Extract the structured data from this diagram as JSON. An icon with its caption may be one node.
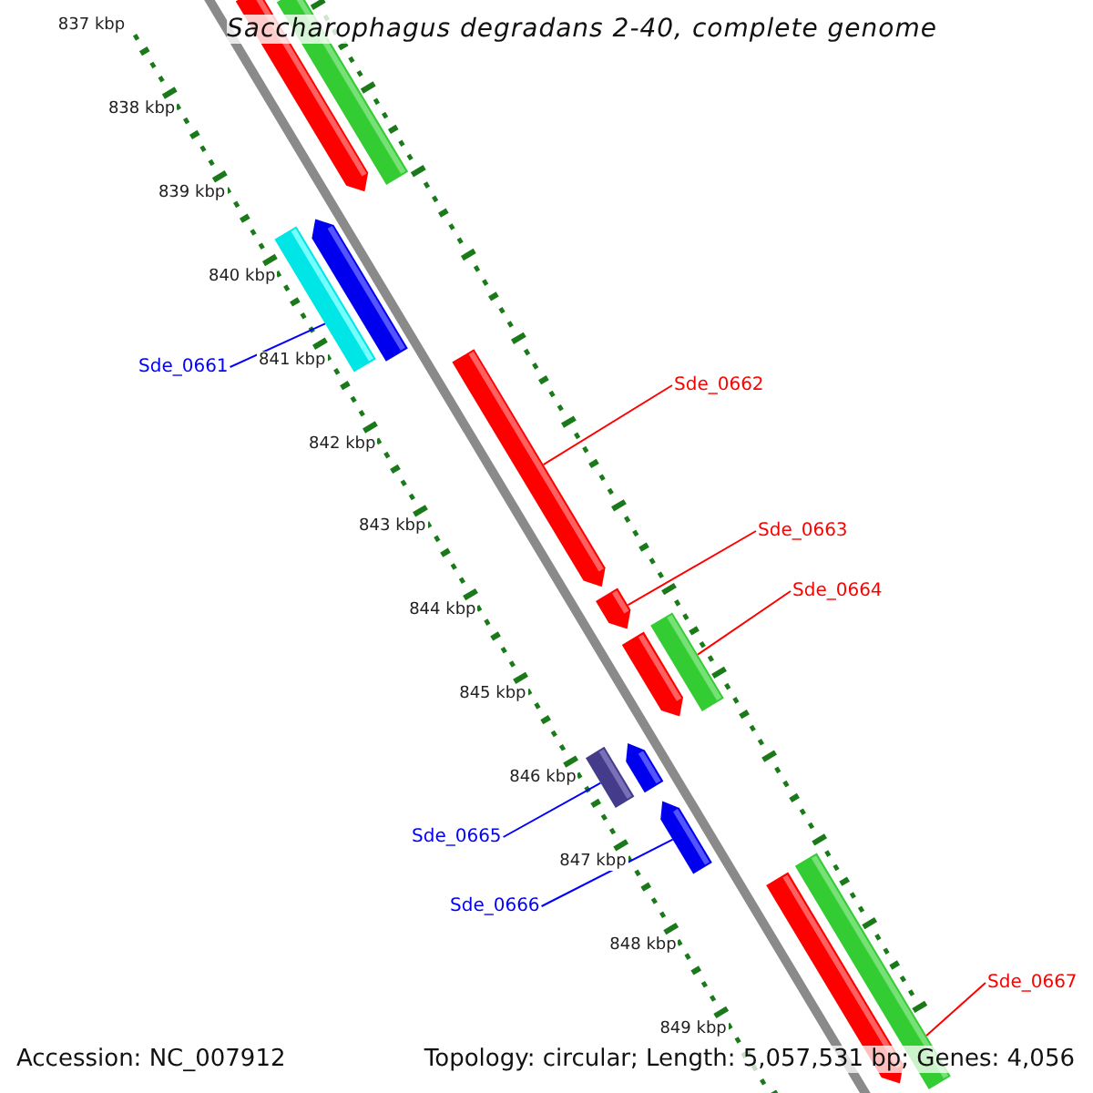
{
  "diagram": {
    "title": "Saccharophagus degradans 2-40, complete genome",
    "nodes": [
      {
        "text": [
          "Sde_0661"
        ]
      },
      {
        "text": [
          "Sde_0662"
        ]
      },
      {
        "text": [
          "Sde_0663"
        ]
      },
      {
        "text": [
          "Sde_0664"
        ]
      },
      {
        "text": [
          "Sde_0665"
        ]
      },
      {
        "text": [
          "Sde_0666"
        ]
      },
      {
        "text": [
          "Sde_0667"
        ]
      },
      {
        "text": [],
        "shape": "bar"
      },
      {
        "text": [],
        "shape": "bar"
      },
      {
        "text": [],
        "shape": "bar"
      },
      {
        "text": [],
        "shape": "bar"
      },
      {
        "text": [],
        "shape": "bar"
      },
      {
        "text": [],
        "shape": "bar"
      },
      {
        "text": [],
        "shape": "bar"
      },
      {
        "text": [],
        "shape": "bar"
      },
      {
        "text": [],
        "shape": "bar"
      },
      {
        "text": [],
        "shape": "bar"
      },
      {
        "text": [],
        "shape": "bar"
      },
      {
        "text": [],
        "shape": "bar"
      },
      {
        "text": [],
        "shape": "bar"
      }
    ],
    "edges": [
      {
        "from": 0,
        "to": 10,
        "arrow": "none",
        "color": "#0000ff"
      },
      {
        "from": 1,
        "to": 11,
        "arrow": "none"
      },
      {
        "from": 2,
        "to": 12,
        "arrow": "none"
      },
      {
        "from": 3,
        "to": 13,
        "arrow": "none"
      },
      {
        "from": 4,
        "to": 16,
        "arrow": "none",
        "color": "#0000ff"
      },
      {
        "from": 5,
        "to": 17,
        "arrow": "none",
        "color": "#0000ff"
      },
      {
        "from": 6,
        "to": 18,
        "arrow": "none"
      }
    ],
    "labels": [
      "837 kbp",
      "838 kbp",
      "839 kbp",
      "840 kbp",
      "841 kbp",
      "842 kbp",
      "843 kbp",
      "844 kbp",
      "845 kbp",
      "846 kbp",
      "847 kbp",
      "848 kbp",
      "849 kbp",
      "Accession: NC_007912",
      "Topology: circular; Length: 5,057,531 bp; Genes: 4,056"
    ]
  }
}
